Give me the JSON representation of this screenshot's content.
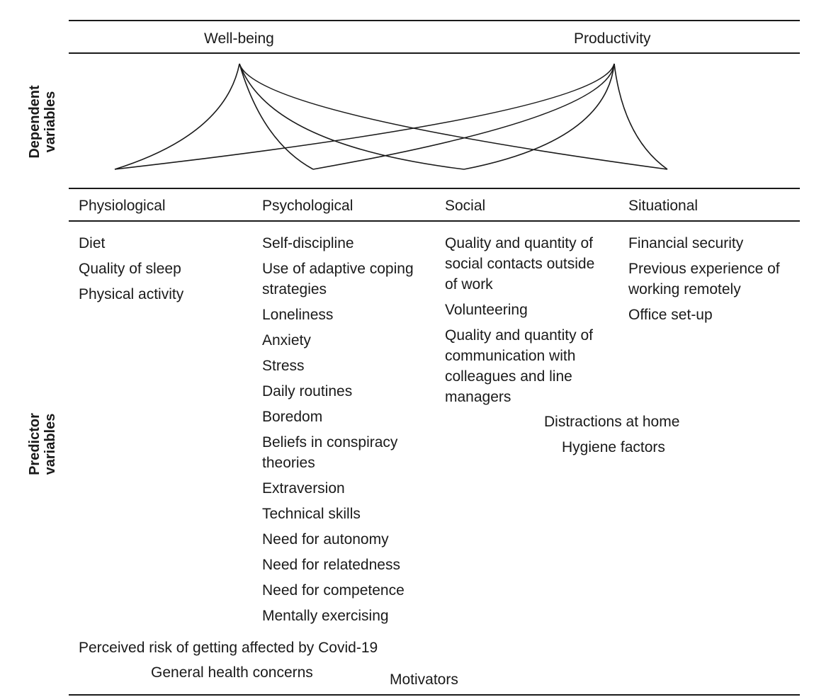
{
  "dependent": {
    "axis_label_line1": "Dependent",
    "axis_label_line2": "variables",
    "well_being": "Well-being",
    "productivity": "Productivity"
  },
  "predictor": {
    "axis_label_line1": "Predictor",
    "axis_label_line2": "variables",
    "categories": [
      "Physiological",
      "Psychological",
      "Social",
      "Situational"
    ],
    "physiological": [
      "Diet",
      "Quality of sleep",
      "Physical activity"
    ],
    "psychological": [
      "Self-discipline",
      "Use of adaptive coping strategies",
      "Loneliness",
      "Anxiety",
      "Stress",
      "Daily routines",
      "Boredom",
      "Beliefs in conspiracy theories",
      "Extraversion",
      "Technical skills",
      "Need for autonomy",
      "Need for relatedness",
      "Need for competence",
      "Mentally exercising"
    ],
    "social": [
      "Quality and quantity of social contacts outside of work",
      "Volunteering",
      "Quality and quantity of communication with colleagues and line managers"
    ],
    "situational": [
      "Financial security",
      "Previous experience of working remotely",
      "Office set-up"
    ],
    "cross_category": {
      "distractions": "Distractions at home",
      "hygiene": "Hygiene factors",
      "perceived_risk": "Perceived risk of getting affected by Covid-19",
      "health_concerns": "General health concerns",
      "motivators": "Motivators"
    }
  }
}
